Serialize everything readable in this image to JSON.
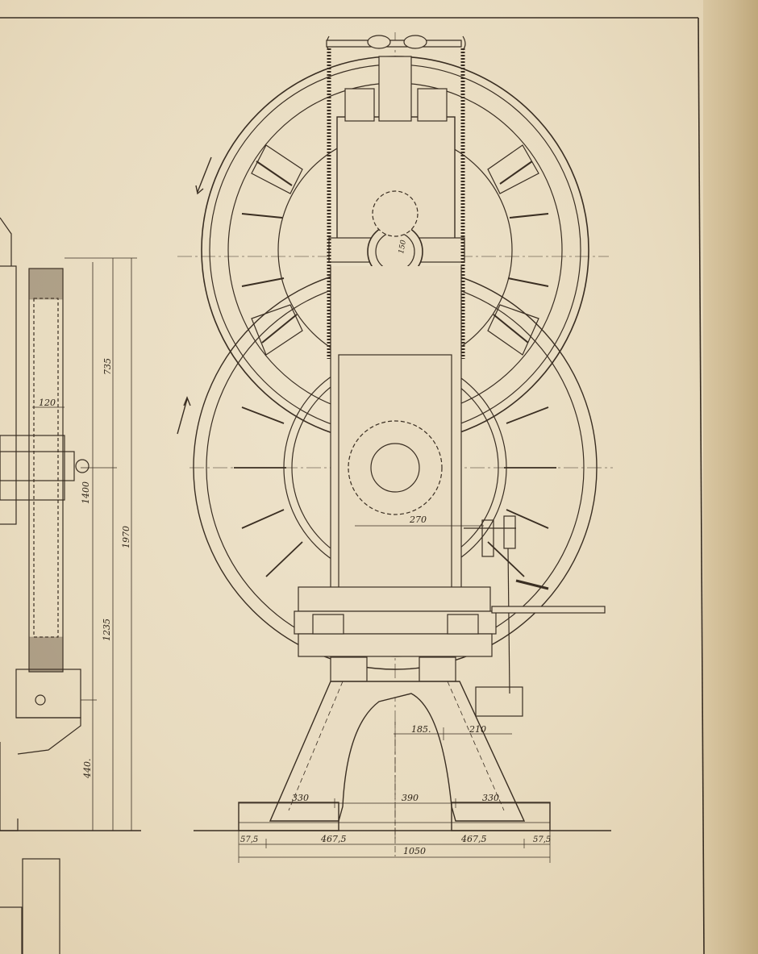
{
  "drawing": {
    "ink_color": "#3a2e22",
    "paper_color": "#e9dcc2",
    "dimensions": {
      "d735": "735",
      "d120": "120",
      "d1400": "1400",
      "d1970": "1970",
      "d1235": "1235",
      "d440": "440.",
      "d150": "150",
      "d270": "270",
      "d185": "185.",
      "d210": "210",
      "d330_left": "330",
      "d390": "390",
      "d330_right": "330",
      "d57_5_left": "57,5",
      "d467_5_left": "467,5",
      "d467_5_right": "467,5",
      "d57_5_right": "57,5",
      "d1050": "1050"
    }
  }
}
